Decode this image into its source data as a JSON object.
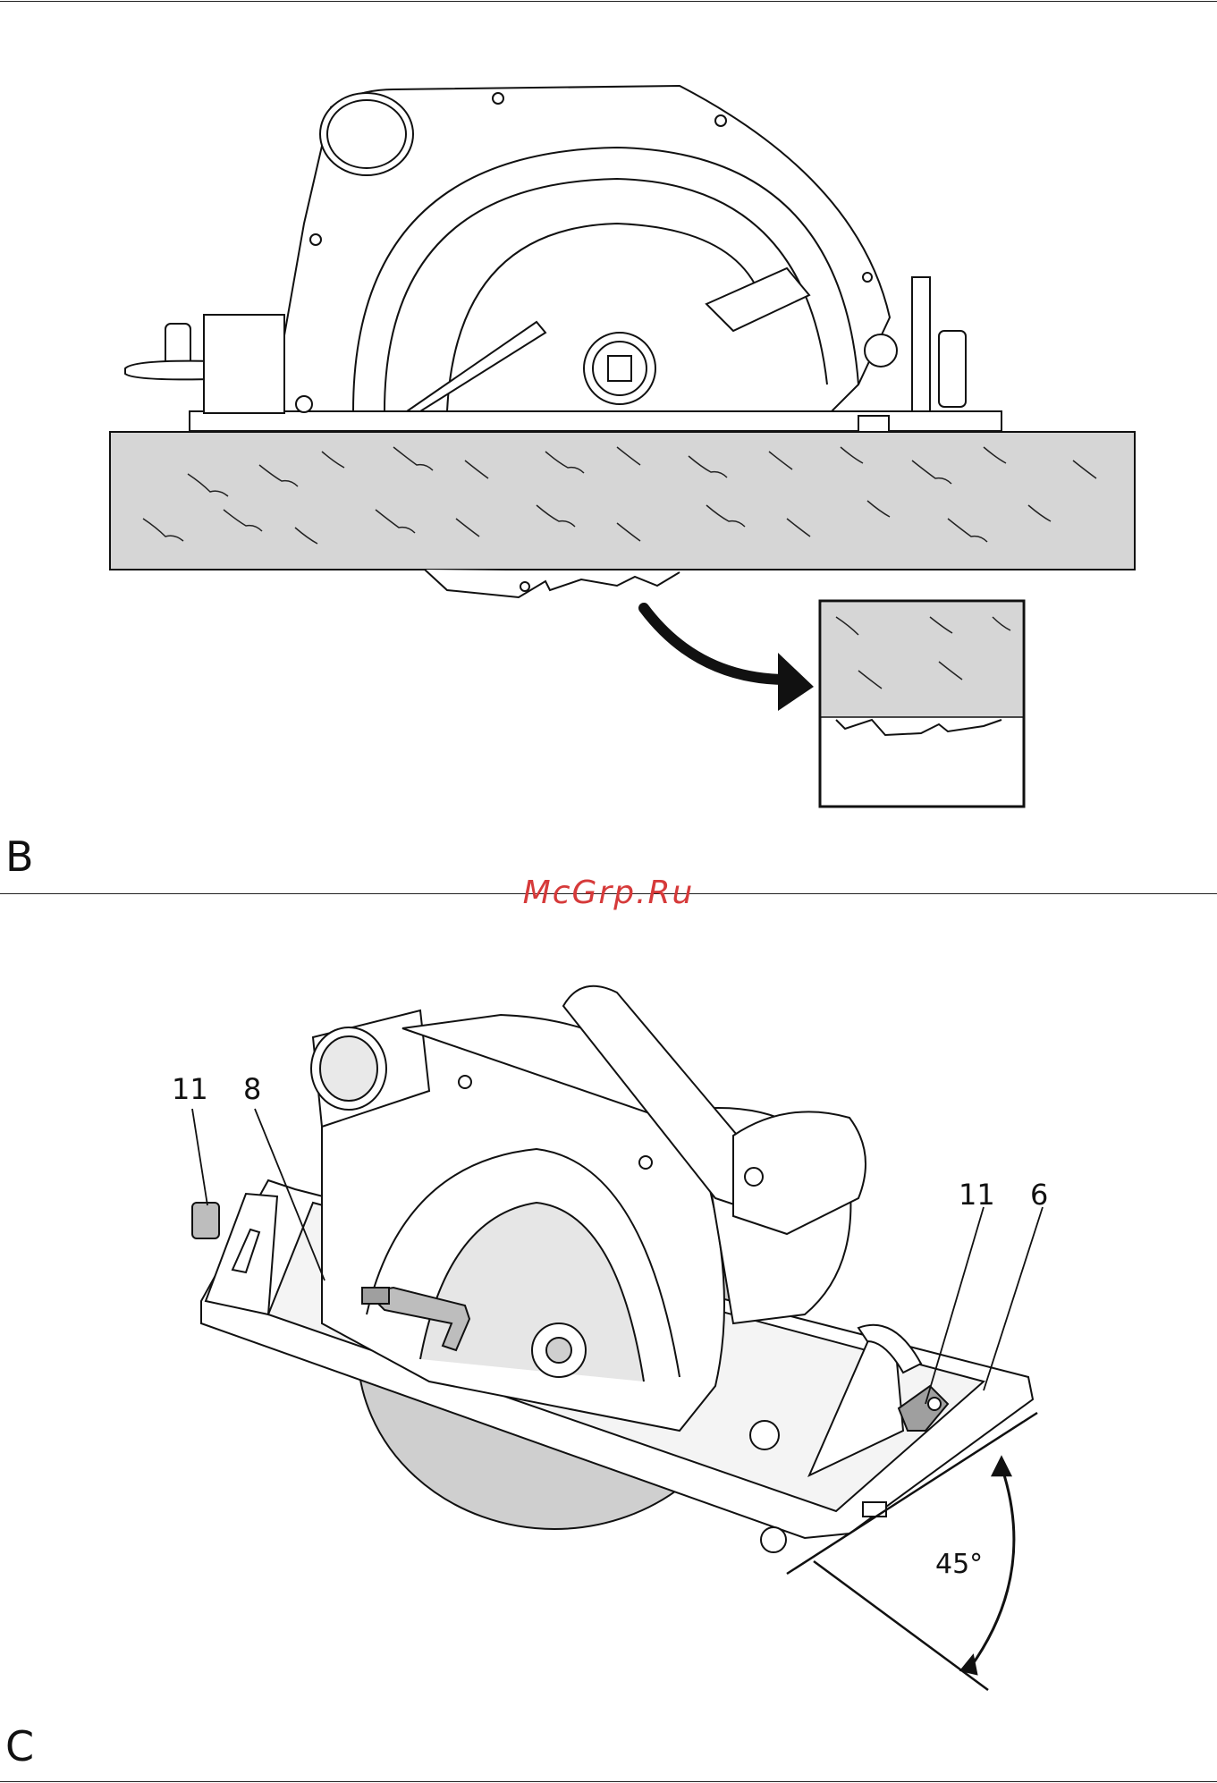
{
  "figures": {
    "b": {
      "letter": "B"
    },
    "c": {
      "letter": "C",
      "angle_label": "45°"
    }
  },
  "callouts": {
    "c_11_left": "11",
    "c_8": "8",
    "c_11_right": "11",
    "c_6": "6"
  },
  "watermark": "McGrp.Ru",
  "colors": {
    "line": "#111111",
    "wood": "#d6d6d6",
    "blade": "#cfcfcf",
    "watermark": "#d63a3a"
  }
}
